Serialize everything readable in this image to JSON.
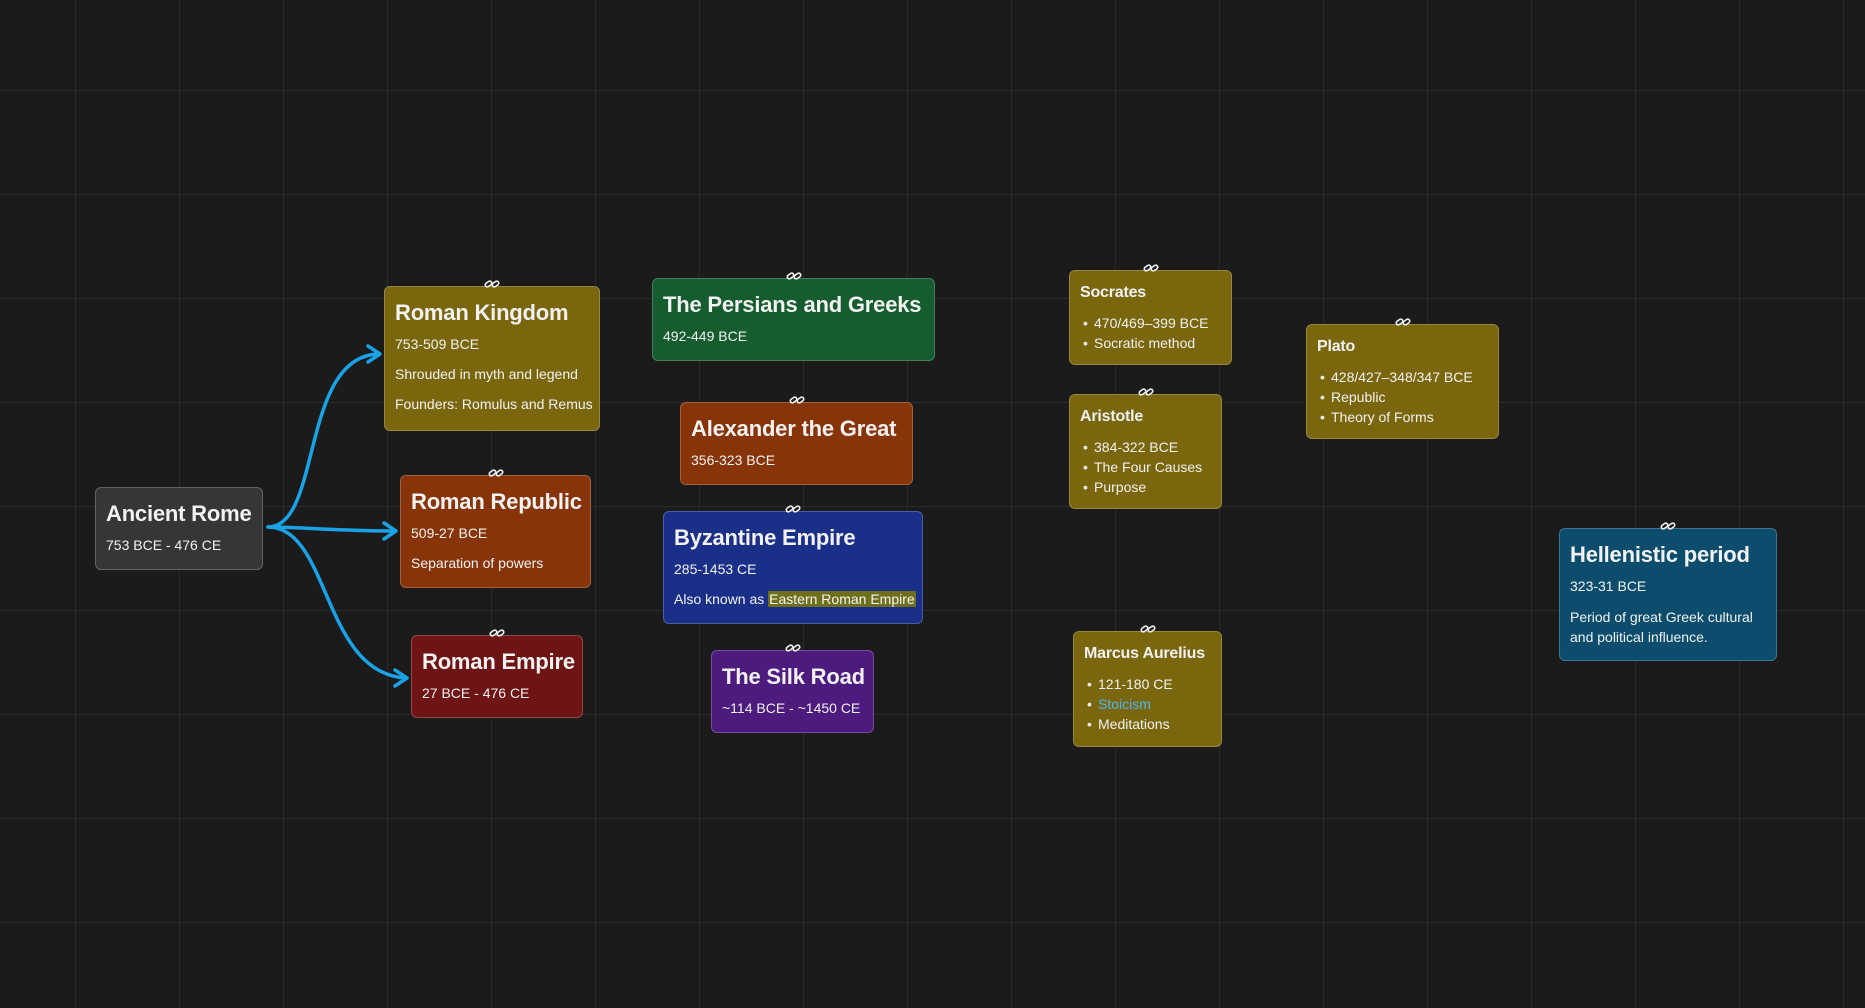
{
  "colors": {
    "background": "#1b1b1b",
    "grid": "#2a2a2a",
    "edge": "#1aa2e6",
    "gray": "#363636",
    "yellow": "#7a660d",
    "orange": "#883409",
    "red": "#6e1414",
    "green": "#155c2e",
    "blue": "#1a2f88",
    "purple": "#4d1a7e",
    "teal": "#0c4d6e",
    "link": "#4fb6ee"
  },
  "icons": {
    "link": "link-icon",
    "edge_arrow": "arrowhead-icon"
  },
  "cards": {
    "ancient_rome": {
      "title": "Ancient Rome",
      "dates": "753 BCE - 476 CE"
    },
    "roman_kingdom": {
      "title": "Roman Kingdom",
      "dates": "753-509 BCE",
      "line2": "Shrouded in myth and legend",
      "line3": "Founders: Romulus and Remus"
    },
    "roman_republic": {
      "title": "Roman Republic",
      "dates": "509-27 BCE",
      "line2": "Separation of powers"
    },
    "roman_empire": {
      "title": "Roman Empire",
      "dates": "27 BCE - 476 CE"
    },
    "persians_greeks": {
      "title": "The Persians and Greeks",
      "dates": "492-449 BCE"
    },
    "alexander": {
      "title": "Alexander the Great",
      "dates": "356-323 BCE"
    },
    "byzantine": {
      "title": "Byzantine Empire",
      "dates": "285-1453 CE",
      "aka_prefix": "Also known as ",
      "aka_highlight": "Eastern Roman Empire"
    },
    "silk_road": {
      "title": "The Silk Road",
      "dates": "~114 BCE - ~1450 CE"
    },
    "socrates": {
      "title": "Socrates",
      "items": [
        "470/469–399 BCE",
        "Socratic method"
      ]
    },
    "aristotle": {
      "title": "Aristotle",
      "items": [
        "384-322 BCE",
        "The Four Causes",
        "Purpose"
      ]
    },
    "plato": {
      "title": "Plato",
      "items": [
        "428/427–348/347 BCE",
        "Republic",
        "Theory of Forms"
      ]
    },
    "marcus": {
      "title": "Marcus Aurelius",
      "items": [
        "121-180 CE",
        "Stoicism",
        "Meditations"
      ]
    },
    "hellenistic": {
      "title": "Hellenistic period",
      "dates": "323-31 BCE",
      "desc": "Period of great Greek cultural and political influence."
    }
  }
}
